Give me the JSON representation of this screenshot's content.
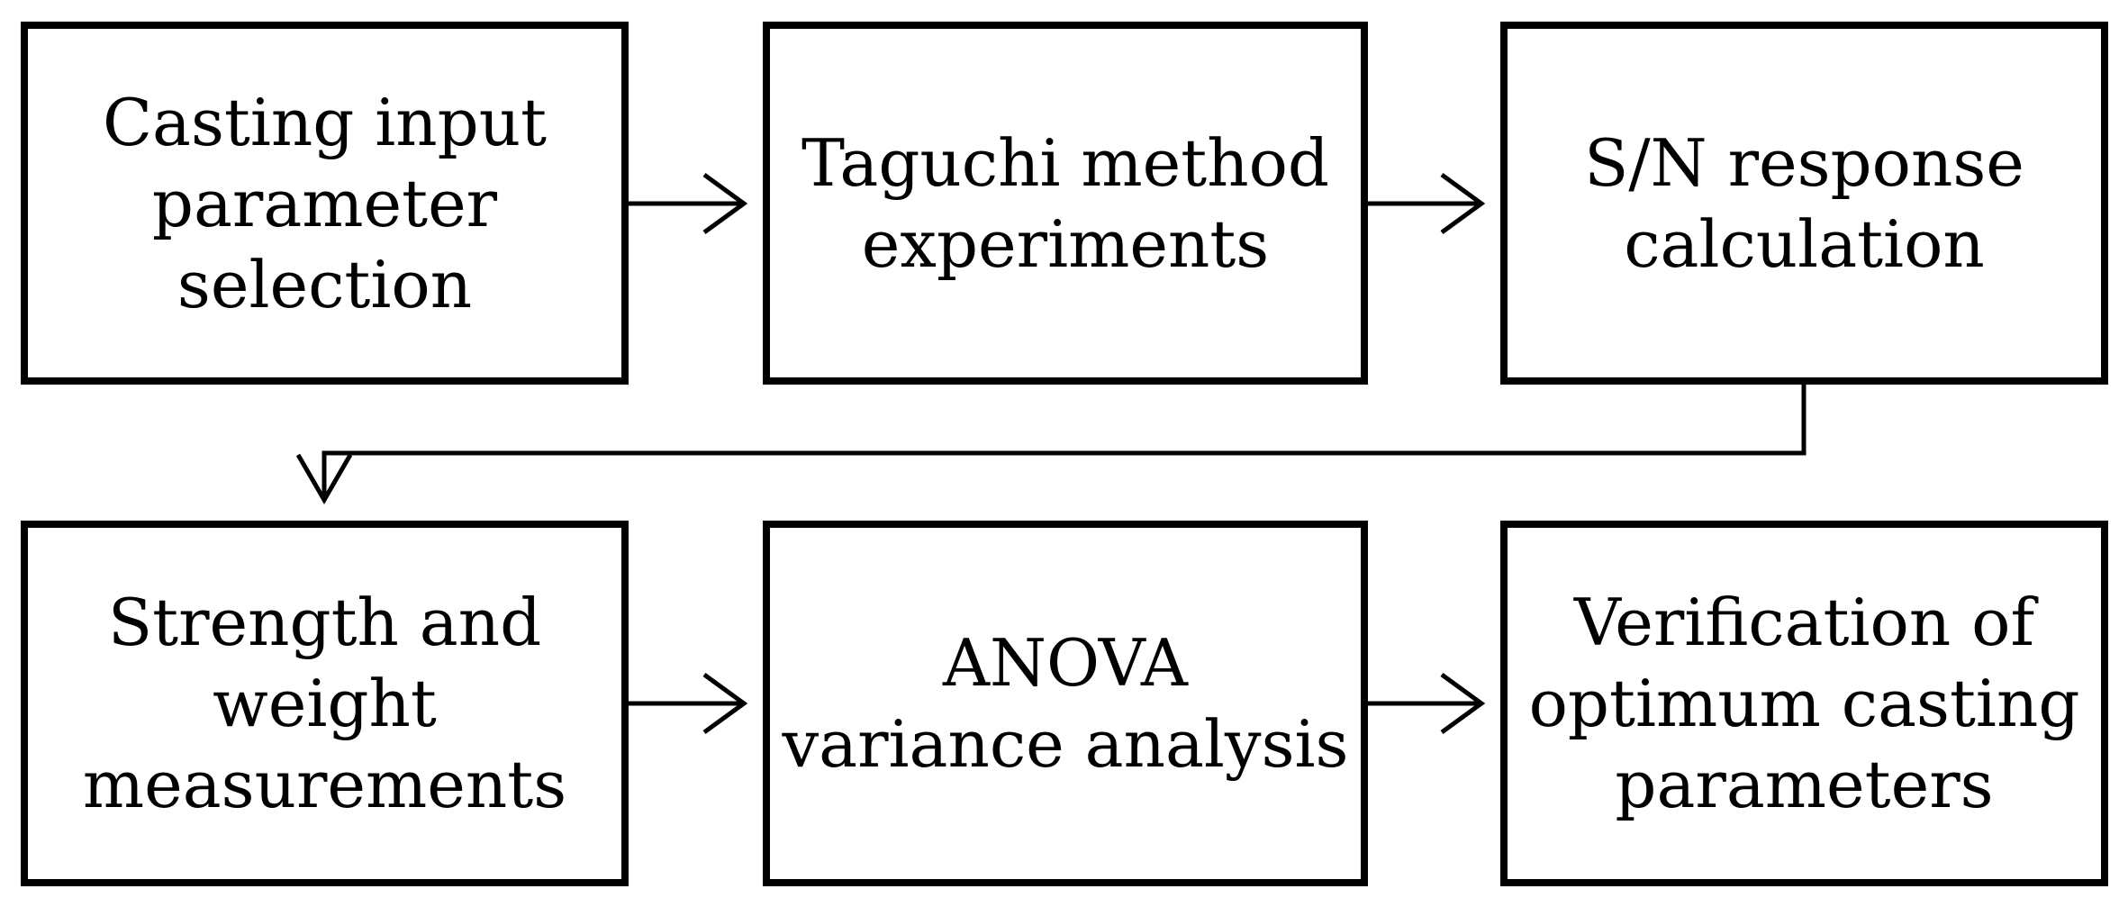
{
  "diagram": {
    "colors": {
      "stroke": "#000000",
      "background": "#ffffff",
      "text": "#000000"
    },
    "steps": [
      {
        "label": "Casting input\nparameter\nselection"
      },
      {
        "label": "Taguchi method\nexperiments"
      },
      {
        "label": "S/N response\ncalculation"
      },
      {
        "label": "Strength and\nweight\nmeasurements"
      },
      {
        "label": "ANOVA\nvariance analysis"
      },
      {
        "label": "Verification of\noptimum casting\nparameters"
      }
    ]
  }
}
